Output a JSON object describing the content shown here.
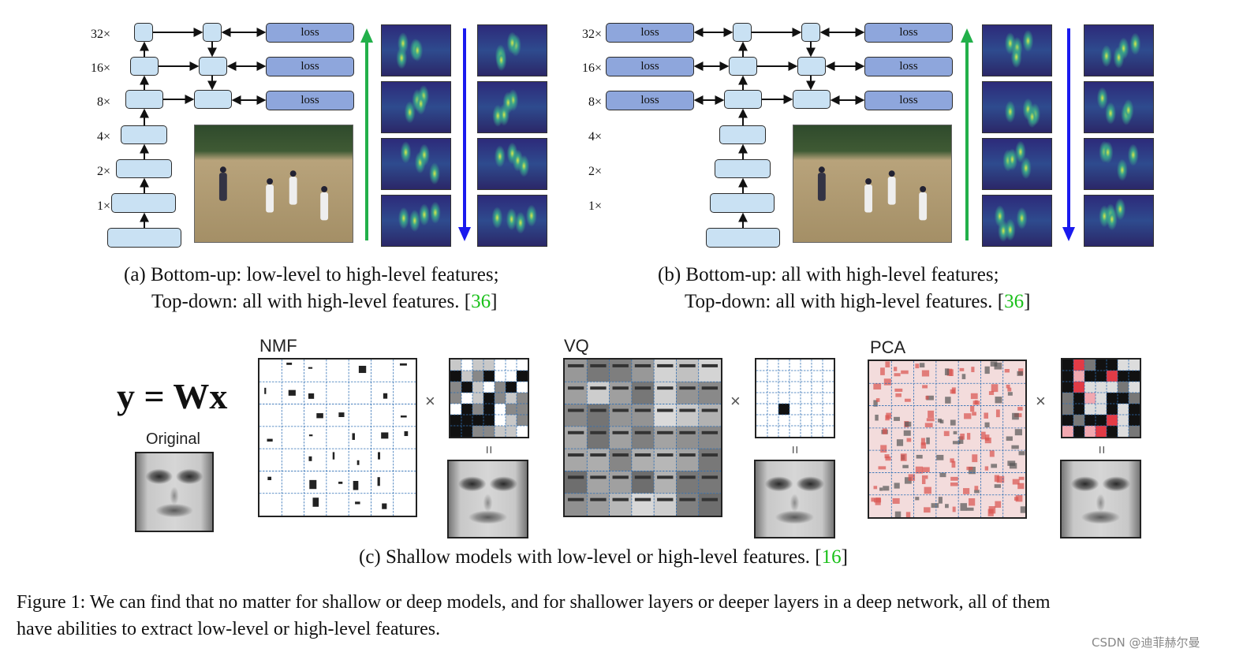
{
  "panel_a": {
    "scales": [
      "32×",
      "16×",
      "8×",
      "4×",
      "2×",
      "1×"
    ],
    "loss_labels": [
      "loss",
      "loss",
      "loss"
    ],
    "caption_line1": "(a) Bottom-up: low-level to high-level features;",
    "caption_line2": "Top-down: all with high-level features. [",
    "caption_ref": "36",
    "caption_end": "]"
  },
  "panel_b": {
    "scales": [
      "32×",
      "16×",
      "8×",
      "4×",
      "2×",
      "1×"
    ],
    "loss_labels": [
      "loss",
      "loss",
      "loss",
      "loss",
      "loss",
      "loss"
    ],
    "caption_line1": "(b) Bottom-up: all with high-level features;",
    "caption_line2": "Top-down: all with high-level features. [",
    "caption_ref": "36",
    "caption_end": "]"
  },
  "panel_c": {
    "equation": "y = Wx",
    "original_label": "Original",
    "methods": [
      "NMF",
      "VQ",
      "PCA"
    ],
    "times": "×",
    "equals": "=",
    "caption_prefix": "(c) Shallow models with low-level or high-level features. [",
    "caption_ref": "16",
    "caption_end": "]"
  },
  "figure_caption": {
    "line1": "Figure 1: We can find that no matter for shallow or deep models, and for shallower layers or deeper layers in a deep network, all of them",
    "line2": "have abilities to extract low-level or high-level features."
  },
  "watermark": "CSDN @迪菲赫尔曼",
  "colors": {
    "node_fill": "#c9e1f3",
    "loss_fill": "#8ea6dc",
    "up_arrow": "#22b04a",
    "down_arrow": "#1a1aee",
    "ref_green": "#19c019",
    "grid_dash": "#2f6fb4"
  }
}
